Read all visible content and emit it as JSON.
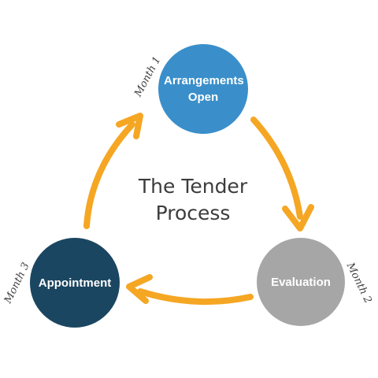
{
  "diagram": {
    "title_line1": "The Tender",
    "title_line2": "Process",
    "colors": {
      "arrow": "#f5a623",
      "stage1": "#3a8fca",
      "stage2": "#a6a6a6",
      "stage3": "#1b4661",
      "text": "#3c3c3c"
    },
    "stages": [
      {
        "line1": "Arrangements",
        "line2": "Open",
        "period": "Month 1"
      },
      {
        "label": "Evaluation",
        "period": "Month 2"
      },
      {
        "label": "Appointment",
        "period": "Month 3"
      }
    ],
    "arrow_icon": "curved-arrow-icon"
  }
}
